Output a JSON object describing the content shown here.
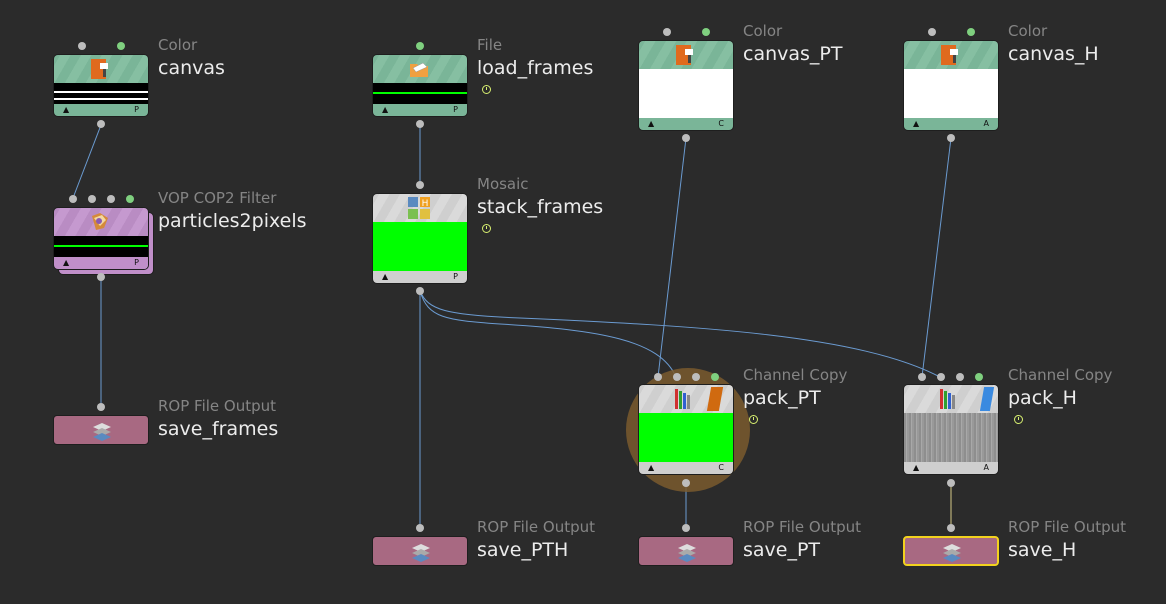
{
  "nodes": {
    "canvas": {
      "type": "Color",
      "name": "canvas",
      "flag_left": "▲",
      "flag_right": "P"
    },
    "load_frames": {
      "type": "File",
      "name": "load_frames",
      "flag_left": "▲",
      "flag_right": "P"
    },
    "canvas_pt": {
      "type": "Color",
      "name": "canvas_PT",
      "flag_left": "▲",
      "flag_right": "C"
    },
    "canvas_h": {
      "type": "Color",
      "name": "canvas_H",
      "flag_left": "▲",
      "flag_right": "A"
    },
    "particles2pixels": {
      "type": "VOP COP2 Filter",
      "name": "particles2pixels",
      "flag_left": "▲",
      "flag_right": "P"
    },
    "stack_frames": {
      "type": "Mosaic",
      "name": "stack_frames",
      "flag_left": "▲",
      "flag_right": "P",
      "icon_letter": "H"
    },
    "pack_pt": {
      "type": "Channel Copy",
      "name": "pack_PT",
      "flag_left": "▲",
      "flag_right": "C"
    },
    "pack_h": {
      "type": "Channel Copy",
      "name": "pack_H",
      "flag_left": "▲",
      "flag_right": "A"
    },
    "save_frames": {
      "type": "ROP File Output",
      "name": "save_frames"
    },
    "save_pth": {
      "type": "ROP File Output",
      "name": "save_PTH"
    },
    "save_pt": {
      "type": "ROP File Output",
      "name": "save_PT"
    },
    "save_h": {
      "type": "ROP File Output",
      "name": "save_H"
    }
  },
  "colors": {
    "background": "#2b2b2b",
    "cop_header": "#7ab598",
    "vop_header": "#c08fc9",
    "mosaic_header": "#cfcfcf",
    "rop": "#a86982",
    "preview_green": "#00ff00",
    "wire": "#6b9bd1",
    "wire_selected": "#d6c987",
    "selection": "#f2d21e",
    "display_flag_ring": "#7a5a2e"
  },
  "icons": [
    "color-icon",
    "file-icon",
    "vop-icon",
    "mosaic-icon",
    "channel-copy-icon",
    "rop-icon",
    "time-dependent-icon"
  ]
}
